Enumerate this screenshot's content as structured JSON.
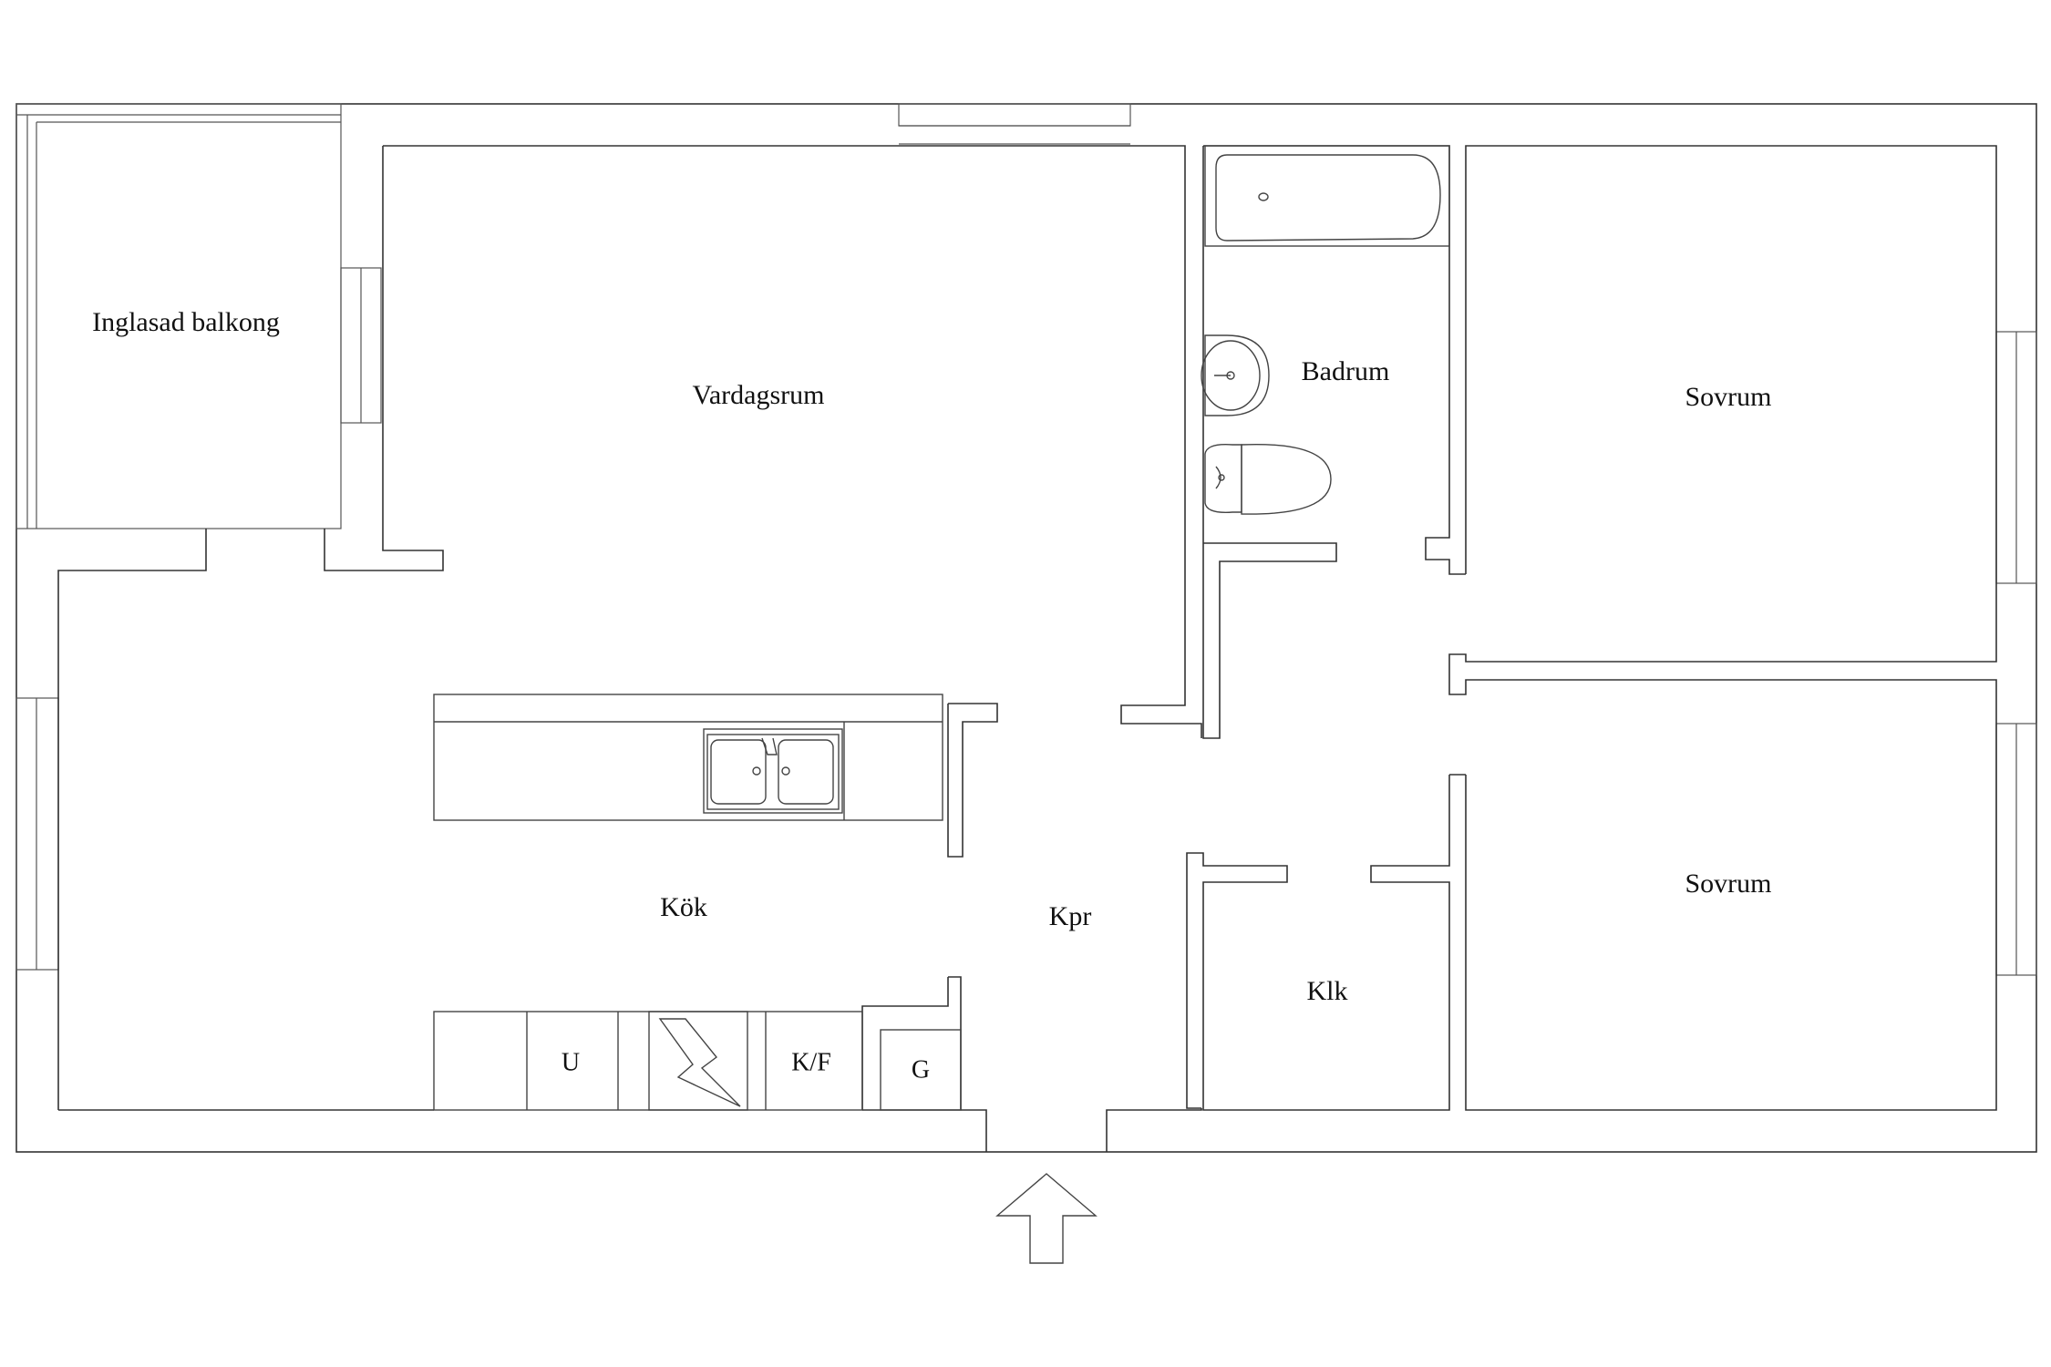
{
  "rooms": {
    "balcony": "Inglasad balkong",
    "living": "Vardagsrum",
    "bathroom": "Badrum",
    "bedroom_1": "Sovrum",
    "bedroom_2": "Sovrum",
    "kitchen": "Kök",
    "hall": "Kpr",
    "closet": "Klk"
  },
  "appliances": {
    "freezer": "U",
    "fridge_freezer": "K/F",
    "g_unit": "G"
  },
  "entrance_icon": "arrow-up-icon",
  "colors": {
    "line": "#333333",
    "background": "#ffffff"
  }
}
